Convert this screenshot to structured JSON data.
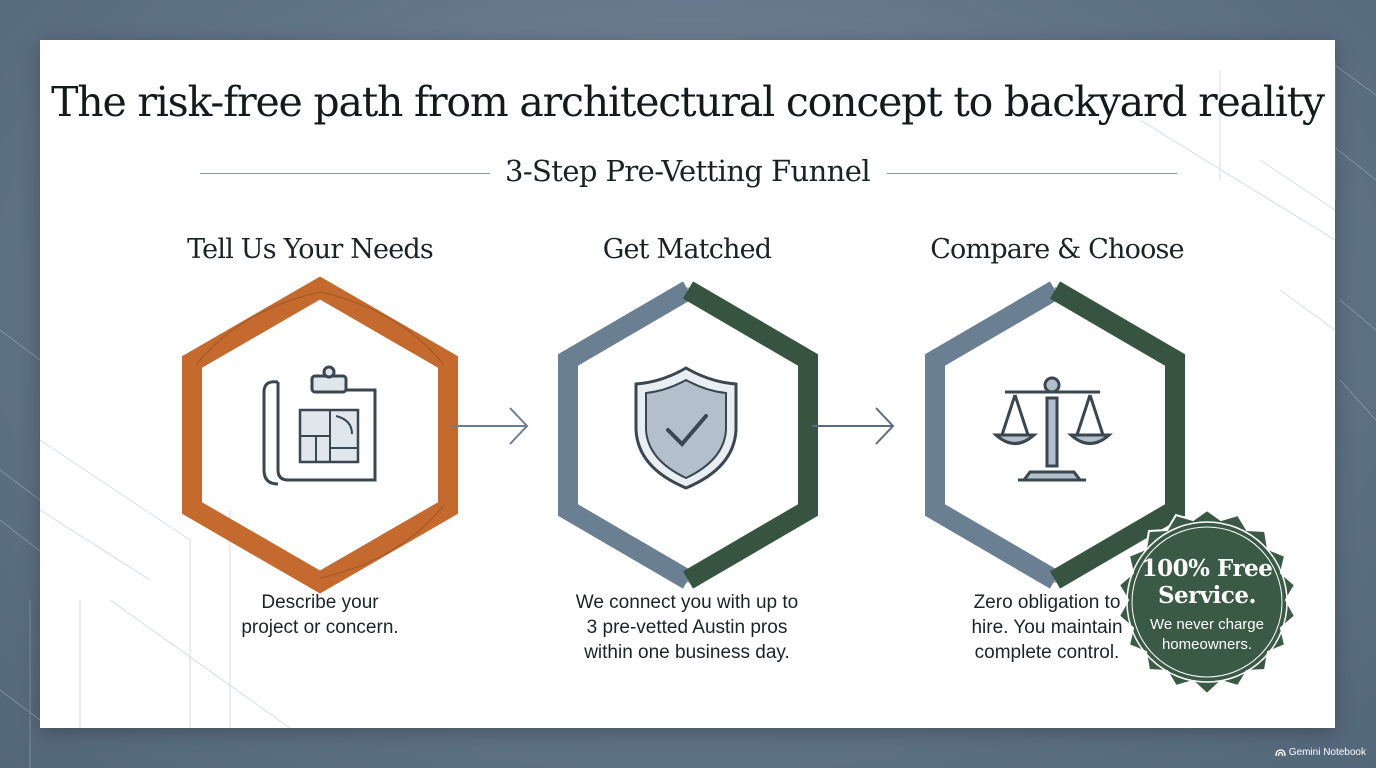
{
  "title": "The risk-free path from architectural concept to backyard reality",
  "subtitle": "3-Step Pre-Vetting Funnel",
  "steps": [
    {
      "title": "Tell Us Your Needs",
      "desc_lines": [
        "Describe your",
        "project or concern."
      ],
      "icon": "blueprint-clipboard-icon",
      "color": "#c46a2e"
    },
    {
      "title": "Get Matched",
      "desc_lines": [
        "We connect you with up to",
        "3 pre-vetted Austin pros",
        "within one business day."
      ],
      "icon": "shield-check-icon",
      "color": "#3f5a4a"
    },
    {
      "title": "Compare & Choose",
      "desc_lines": [
        "Zero obligation to",
        "hire. You maintain",
        "complete control."
      ],
      "icon": "balance-scale-icon",
      "color": "#3f5a4a"
    }
  ],
  "seal": {
    "main_lines": [
      "100% Free",
      "Service."
    ],
    "sub_lines": [
      "We never charge",
      "homeowners."
    ],
    "color": "#3b5a46"
  },
  "watermark": "Gemini Notebook",
  "colors": {
    "orange": "#c46a2e",
    "slate": "#6b7f93",
    "green": "#36543f",
    "text": "#1c2126"
  }
}
